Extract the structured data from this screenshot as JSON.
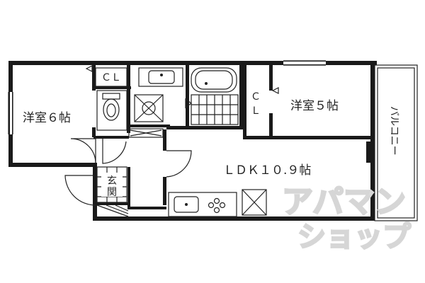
{
  "rooms": {
    "western_6": "洋室６帖",
    "western_5": "洋室５帖",
    "ldk": "ＬＤＫ１０.９帖",
    "closet_1": "ＣＬ",
    "closet_2_top": "Ｃ",
    "closet_2_bottom": "Ｌ",
    "entrance": "玄関",
    "balcony": "バルコニー"
  },
  "watermark": {
    "line1": "アパマン",
    "line2": "ショップ"
  }
}
